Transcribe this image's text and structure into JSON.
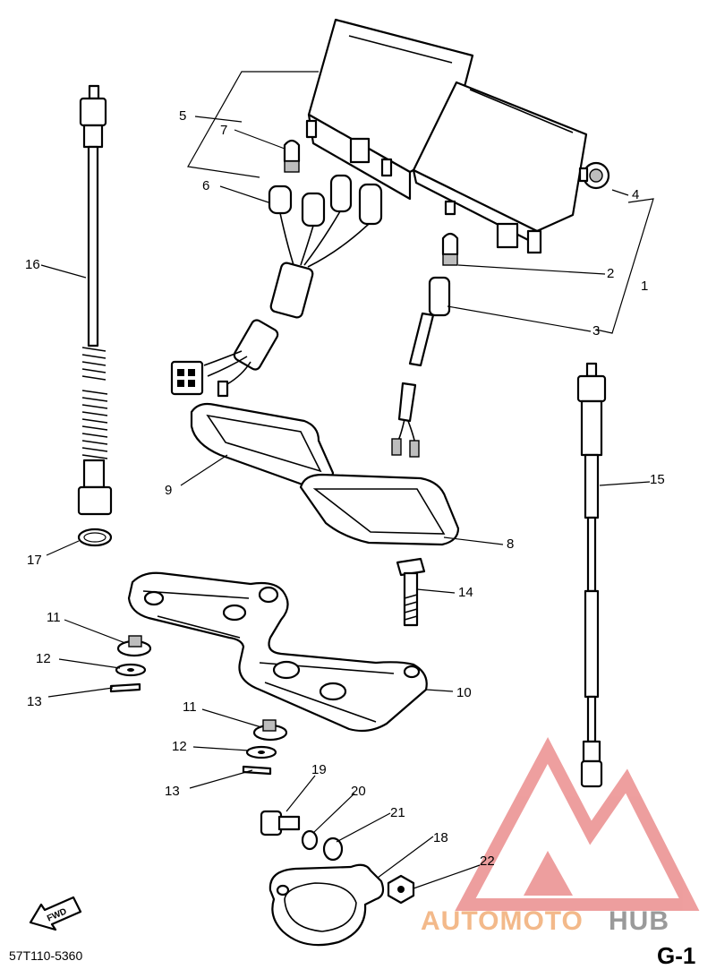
{
  "diagram": {
    "part_labels": {
      "p1": "1",
      "p2": "2",
      "p3": "3",
      "p4": "4",
      "p5": "5",
      "p6": "6",
      "p7": "7",
      "p8": "8",
      "p9": "9",
      "p10": "10",
      "p11a": "11",
      "p11b": "11",
      "p12a": "12",
      "p12b": "12",
      "p13a": "13",
      "p13b": "13",
      "p14": "14",
      "p15": "15",
      "p16": "16",
      "p17": "17",
      "p18": "18",
      "p19": "19",
      "p20": "20",
      "p21": "21",
      "p22": "22"
    },
    "catalog_code": "57T110-5360",
    "page_ref": "G-1",
    "fwd_label": "FWD"
  },
  "watermark": {
    "brand_part1": "AUTOMOTO",
    "brand_part2": "HUB",
    "colors": {
      "logo": "#e05050",
      "text1": "#f3b98a",
      "text2": "#9a9a9a"
    }
  }
}
